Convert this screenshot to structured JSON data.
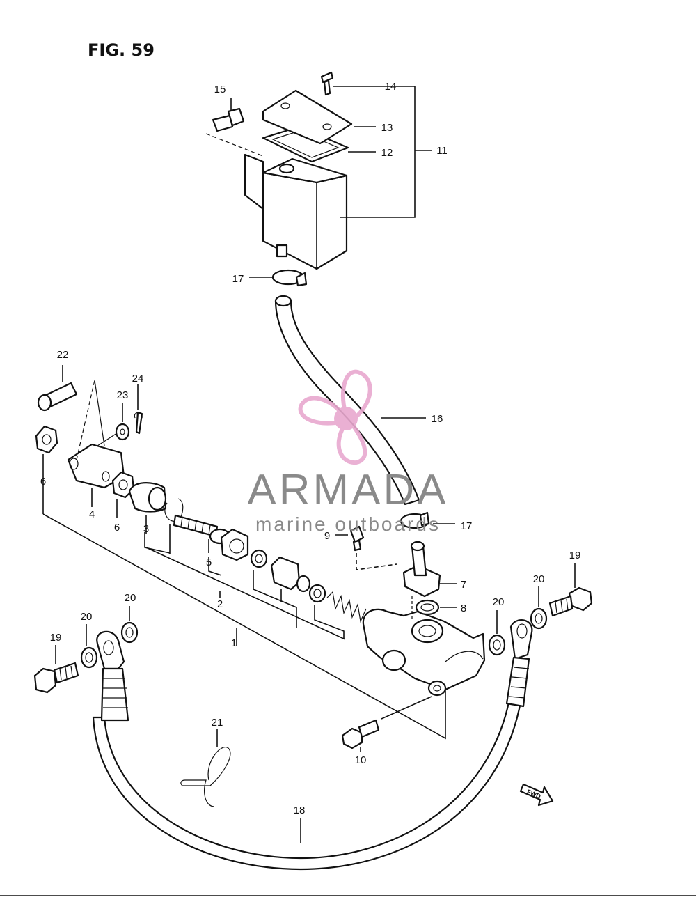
{
  "figure": {
    "title": "FIG. 59"
  },
  "callouts": [
    "1",
    "2",
    "3",
    "4",
    "5",
    "6",
    "6",
    "7",
    "8",
    "9",
    "10",
    "11",
    "12",
    "13",
    "14",
    "15",
    "16",
    "17",
    "17",
    "18",
    "19",
    "19",
    "20",
    "20",
    "20",
    "20",
    "21",
    "22",
    "23",
    "24"
  ],
  "fwd_label": "FWD",
  "watermark": {
    "brand": "ARMADA",
    "tagline": "marine outboards",
    "logo": "propeller-logo",
    "logo_color": "#e8a8cf"
  },
  "colors": {
    "ink": "#111111",
    "background": "#ffffff"
  }
}
